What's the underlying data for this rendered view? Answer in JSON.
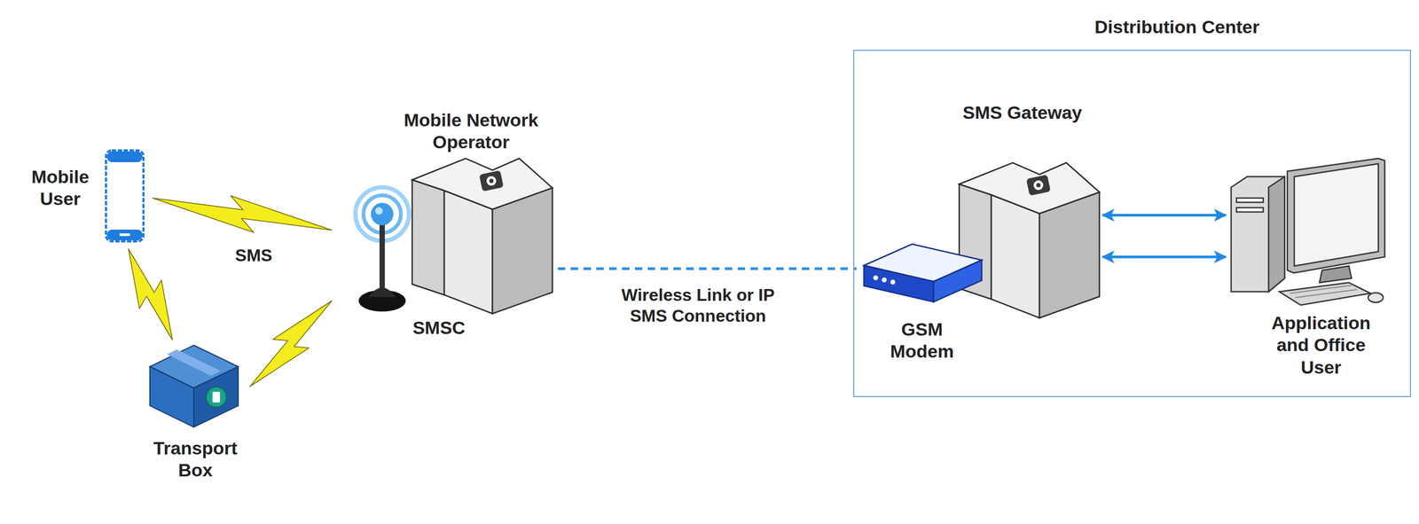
{
  "diagram": {
    "nodes": [
      {
        "text": [
          "Mobile User"
        ]
      },
      {
        "text": [
          "Transport Box"
        ]
      },
      {
        "text": [
          "Mobile Network Operator",
          "SMSC"
        ]
      },
      {
        "text": [
          "Distribution Center"
        ]
      },
      {
        "text": [
          "SMS Gateway"
        ],
        "in": 3
      },
      {
        "text": [
          "GSM Modem"
        ],
        "in": 3
      },
      {
        "text": [
          "Application and Office User"
        ],
        "in": 3
      }
    ],
    "edges": [
      {
        "from": 0,
        "to": 2,
        "label": "SMS",
        "arrow": "none"
      },
      {
        "from": 0,
        "to": 1,
        "arrow": "none"
      },
      {
        "from": 1,
        "to": 2,
        "arrow": "none"
      },
      {
        "from": 2,
        "to": 5,
        "label": "Wireless Link or IP SMS Connection",
        "arrow": "none"
      },
      {
        "from": 4,
        "to": 6,
        "arrow": "both"
      },
      {
        "from": 4,
        "to": 6,
        "arrow": "both"
      }
    ]
  }
}
